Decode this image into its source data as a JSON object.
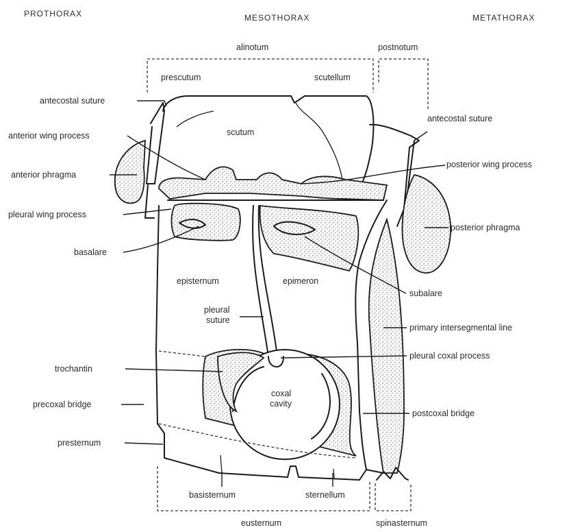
{
  "headers": {
    "prothorax": "PROTHORAX",
    "mesothorax": "MESOTHORAX",
    "metathorax": "METATHORAX"
  },
  "labels": {
    "alinotum": "alinotum",
    "postnotum": "postnotum",
    "prescutum": "prescutum",
    "scutellum": "scutellum",
    "scutum": "scutum",
    "antecostal_suture_left": "antecostal suture",
    "antecostal_suture_right": "antecostal suture",
    "anterior_wing_process": "anterior wing process",
    "anterior_phragma": "anterior phragma",
    "posterior_wing_process": "posterior wing process",
    "pleural_wing_process": "pleural wing process",
    "posterior_phragma": "posterior phragma",
    "basalare": "basalare",
    "episternum": "episternum",
    "epimeron": "epimeron",
    "subalare": "subalare",
    "pleural_suture_1": "pleural",
    "pleural_suture_2": "suture",
    "primary_intersegmental_line": "primary intersegmental line",
    "trochantin": "trochantin",
    "pleural_coxal_process": "pleural coxal process",
    "coxal_cavity_1": "coxal",
    "coxal_cavity_2": "cavity",
    "precoxal_bridge": "precoxal bridge",
    "postcoxal_bridge": "postcoxal bridge",
    "presternum": "presternum",
    "basisternum": "basisternum",
    "sternellum": "sternellum",
    "eusternum": "eusternum",
    "spinasternum": "spinasternum"
  }
}
